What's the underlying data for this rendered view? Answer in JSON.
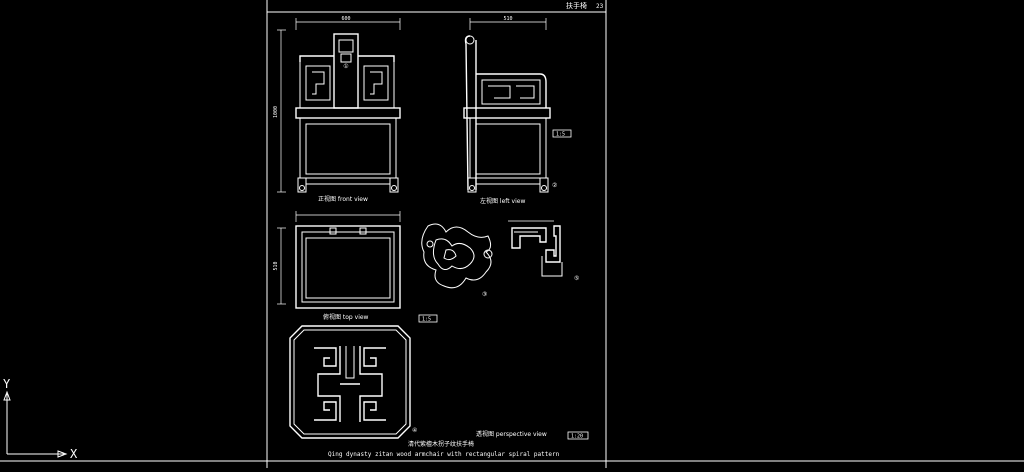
{
  "sheet": {
    "header_title": "扶手椅",
    "page_number": "23"
  },
  "views": {
    "front": {
      "label": "正视图 front view",
      "dimension_width": "600",
      "dimension_height": "1000",
      "marker": "①"
    },
    "left": {
      "label": "左视图 left view",
      "dimension_width": "510",
      "marker": "②"
    },
    "top": {
      "label": "俯视图  top view",
      "dimension_height": "510"
    },
    "perspective": {
      "label": "透视图 perspective view"
    },
    "carving": {
      "marker": "③"
    },
    "section": {
      "marker": "⑤"
    },
    "pattern": {
      "marker": "④"
    }
  },
  "tags": {
    "tag_left": "1:5",
    "tag_top": "1:5",
    "tag_bottom": "1:20"
  },
  "caption": {
    "chinese": "清代紫檀木拐子纹扶手椅",
    "english": "Qing  dynasty zitan wood armchair with rectangular spiral pattern"
  },
  "ucs": {
    "y_label": "Y",
    "x_label": "X"
  },
  "colors": {
    "background": "#000000",
    "linework": "#ffffff"
  }
}
